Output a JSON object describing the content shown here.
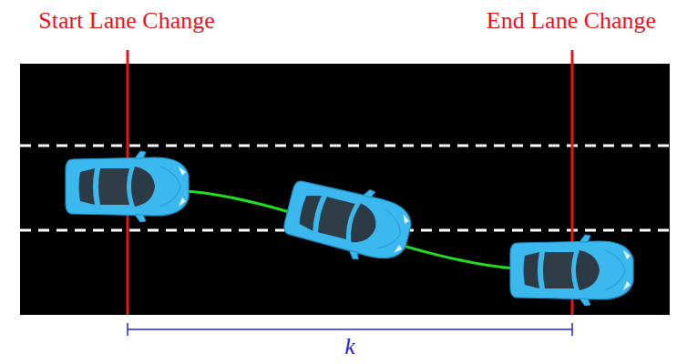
{
  "diagram": {
    "labels": [
      "Start Lane Change",
      "End Lane Change",
      "k"
    ]
  }
}
